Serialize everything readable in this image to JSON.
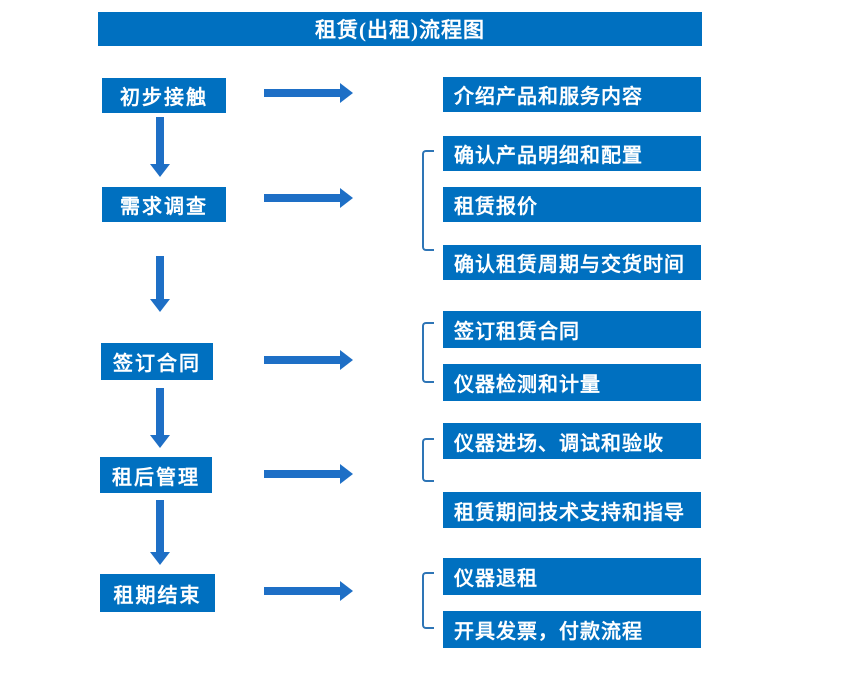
{
  "title": "租赁(出租)流程图",
  "colors": {
    "box_blue": "#0070C0",
    "arrow_blue": "#1E6FC6",
    "bracket_blue": "#2E75B6",
    "text_white": "#FFFFFF",
    "background": "#FFFFFF"
  },
  "chart_type_hint": "flowchart",
  "steps": [
    {
      "label": "初步接触",
      "details": [
        "介绍产品和服务内容"
      ]
    },
    {
      "label": "需求调查",
      "details": [
        "确认产品明细和配置",
        "租赁报价",
        "确认租赁周期与交货时间"
      ]
    },
    {
      "label": "签订合同",
      "details": [
        "签订租赁合同",
        "仪器检测和计量"
      ]
    },
    {
      "label": "租后管理",
      "details": [
        "仪器进场、调试和验收",
        "租赁期间技术支持和指导"
      ]
    },
    {
      "label": "租期结束",
      "details": [
        "仪器退租",
        "开具发票，付款流程"
      ]
    }
  ]
}
